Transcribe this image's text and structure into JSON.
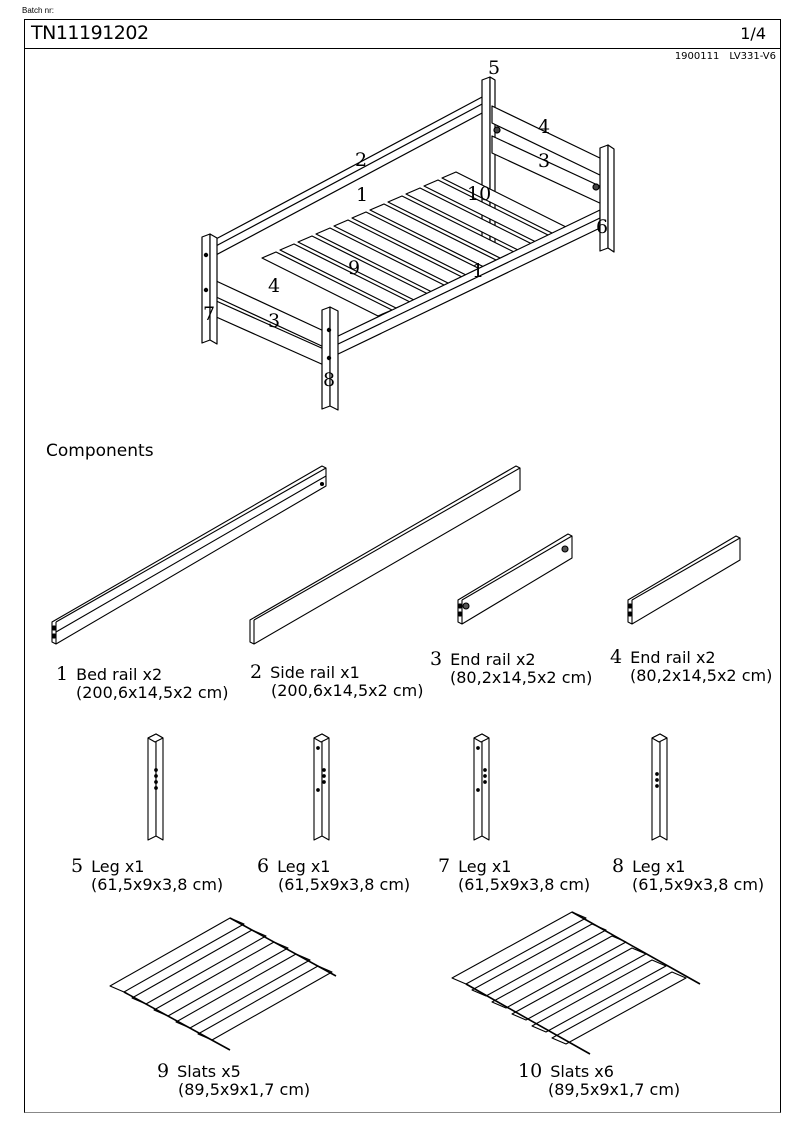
{
  "header": {
    "batch_label": "Batch nr:",
    "document_id": "TN11191202",
    "page": "1/4",
    "ref_code": "1900111",
    "ref_version": "LV331-V6"
  },
  "assembly_callouts": [
    "5",
    "4",
    "2",
    "3",
    "1",
    "10",
    "6",
    "9",
    "1",
    "4",
    "7",
    "3",
    "8"
  ],
  "components_heading": "Components",
  "components": [
    {
      "num": "1",
      "name": "Bed rail x2",
      "dims": "(200,6x14,5x2 cm)"
    },
    {
      "num": "2",
      "name": "Side rail x1",
      "dims": "(200,6x14,5x2 cm)"
    },
    {
      "num": "3",
      "name": "End rail x2",
      "dims": "(80,2x14,5x2 cm)"
    },
    {
      "num": "4",
      "name": "End rail x2",
      "dims": "(80,2x14,5x2 cm)"
    },
    {
      "num": "5",
      "name": "Leg x1",
      "dims": "(61,5x9x3,8 cm)"
    },
    {
      "num": "6",
      "name": "Leg x1",
      "dims": "(61,5x9x3,8 cm)"
    },
    {
      "num": "7",
      "name": "Leg x1",
      "dims": "(61,5x9x3,8 cm)"
    },
    {
      "num": "8",
      "name": "Leg x1",
      "dims": "(61,5x9x3,8 cm)"
    },
    {
      "num": "9",
      "name": "Slats x5",
      "dims": "(89,5x9x1,7 cm)"
    },
    {
      "num": "10",
      "name": "Slats x6",
      "dims": "(89,5x9x1,7 cm)"
    }
  ]
}
